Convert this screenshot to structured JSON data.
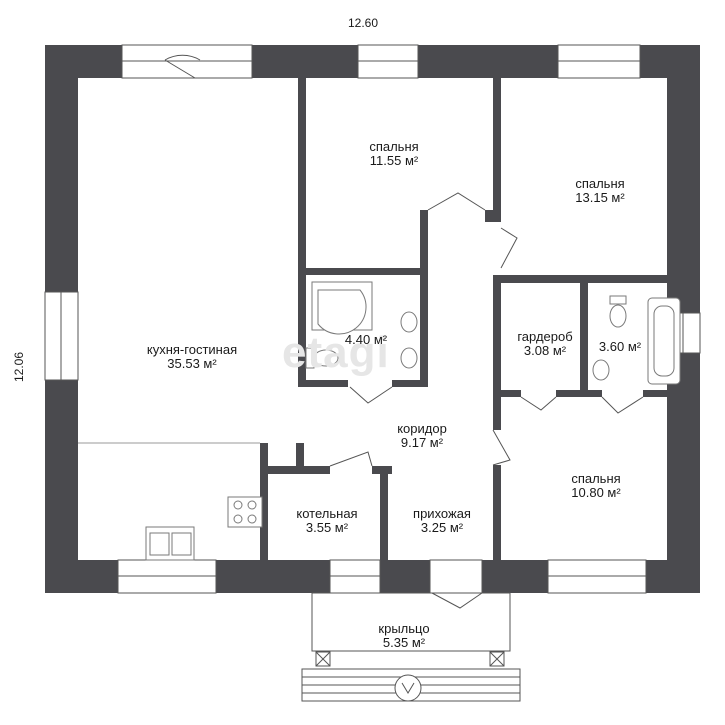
{
  "dimensions": {
    "width": "12.60",
    "height": "12.06"
  },
  "watermark": "etagi",
  "rooms": [
    {
      "id": "kitchen",
      "name": "кухня-гостиная",
      "area": "35.53 м²"
    },
    {
      "id": "bedroom1",
      "name": "спальня",
      "area": "11.55 м²"
    },
    {
      "id": "bedroom2",
      "name": "спальня",
      "area": "13.15 м²"
    },
    {
      "id": "bath",
      "name": "",
      "area": "4.40 м²"
    },
    {
      "id": "wardrobe",
      "name": "гардероб",
      "area": "3.08 м²"
    },
    {
      "id": "wc",
      "name": "",
      "area": "3.60 м²"
    },
    {
      "id": "corridor",
      "name": "коридор",
      "area": "9.17 м²"
    },
    {
      "id": "boiler",
      "name": "котельная",
      "area": "3.55 м²"
    },
    {
      "id": "hall",
      "name": "прихожая",
      "area": "3.25 м²"
    },
    {
      "id": "bedroom3",
      "name": "спальня",
      "area": "10.80 м²"
    },
    {
      "id": "porch",
      "name": "крыльцо",
      "area": "5.35 м²"
    }
  ],
  "colors": {
    "wall": "#4a4a4e",
    "line": "#555555",
    "fixture": "#7a7a7a"
  }
}
